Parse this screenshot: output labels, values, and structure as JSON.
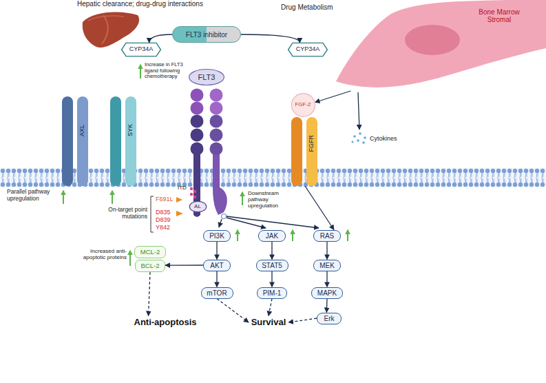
{
  "diagram": {
    "nodes": [
      {
        "text": [
          "CYP34A"
        ]
      },
      {
        "text": [
          "FLT3 inhibitor"
        ]
      },
      {
        "text": [
          "CYP34A"
        ]
      },
      {
        "text": [
          "Bone Marrow Stromal"
        ]
      },
      {
        "text": [
          "FLT3"
        ]
      },
      {
        "text": [
          "FGF-2"
        ]
      },
      {
        "text": [
          "AXL"
        ]
      },
      {
        "text": [
          "SYK"
        ]
      },
      {
        "text": [
          "FGFR"
        ]
      },
      {
        "text": [
          "AL"
        ]
      },
      {
        "text": [
          "PI3K"
        ]
      },
      {
        "text": [
          "JAK"
        ]
      },
      {
        "text": [
          "RAS"
        ]
      },
      {
        "text": [
          "MCL-2"
        ]
      },
      {
        "text": [
          "BCL-2"
        ]
      },
      {
        "text": [
          "AKT"
        ]
      },
      {
        "text": [
          "STAT5"
        ]
      },
      {
        "text": [
          "MEK"
        ]
      },
      {
        "text": [
          "mTOR"
        ]
      },
      {
        "text": [
          "PIM-1"
        ]
      },
      {
        "text": [
          "MAPK"
        ]
      },
      {
        "text": [
          "Erk"
        ]
      },
      {
        "text": [
          "Anti-apoptosis"
        ]
      },
      {
        "text": [
          "Survival"
        ]
      }
    ],
    "edges": [
      {
        "from": 1,
        "to": 0,
        "arrow": "to"
      },
      {
        "from": 1,
        "to": 2,
        "arrow": "to"
      },
      {
        "from": 3,
        "to": 5,
        "arrow": "to"
      },
      {
        "from": 8,
        "to": 12,
        "arrow": "to"
      },
      {
        "from": 10,
        "to": 15,
        "arrow": "to"
      },
      {
        "from": 15,
        "to": 18,
        "arrow": "to"
      },
      {
        "from": 11,
        "to": 16,
        "arrow": "to"
      },
      {
        "from": 16,
        "to": 19,
        "arrow": "to"
      },
      {
        "from": 12,
        "to": 17,
        "arrow": "to"
      },
      {
        "from": 17,
        "to": 20,
        "arrow": "to"
      },
      {
        "from": 20,
        "to": 21,
        "arrow": "to"
      },
      {
        "from": 15,
        "to": 14,
        "arrow": "to"
      },
      {
        "from": 14,
        "to": 22,
        "arrow": "to"
      },
      {
        "from": 18,
        "to": 23,
        "arrow": "to"
      },
      {
        "from": 19,
        "to": 23,
        "arrow": "to"
      },
      {
        "from": 21,
        "to": 23,
        "arrow": "to"
      }
    ],
    "labels": [
      "Hepatic clearance; drug-drug interactions",
      "Drug Metabolism",
      "Increase in FLT3 ligand following chemotherapy",
      "Cytokines",
      "Parallel pathway upregulation",
      "ITD",
      "F691L",
      "D835",
      "D839",
      "Y842",
      "On-target point mutations",
      "Downstream pathway upregulation",
      "Increased anti-apoptotic proteins"
    ]
  }
}
